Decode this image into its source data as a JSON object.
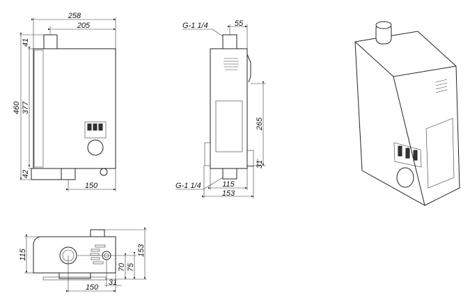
{
  "front_view": {
    "dims": {
      "width_total": "258",
      "width_pipe": "205",
      "height_total": "460",
      "height_body": "377",
      "pipe_top": "41",
      "bottom": "42",
      "pipe_bottom_offset": "150"
    }
  },
  "side_view": {
    "labels": {
      "top_thread": "G-1 1/4",
      "bottom_thread": "G-1 1/4"
    },
    "dims": {
      "pipe_width": "55",
      "height_mount": "265",
      "offset_bottom": "31",
      "depth_body": "115",
      "depth_total": "153"
    }
  },
  "bottom_view": {
    "dims": {
      "depth_body": "115",
      "depth_total": "153",
      "inlet_height": "70",
      "outlet_height": "75",
      "offset": "31",
      "pipe_offset": "150"
    }
  }
}
